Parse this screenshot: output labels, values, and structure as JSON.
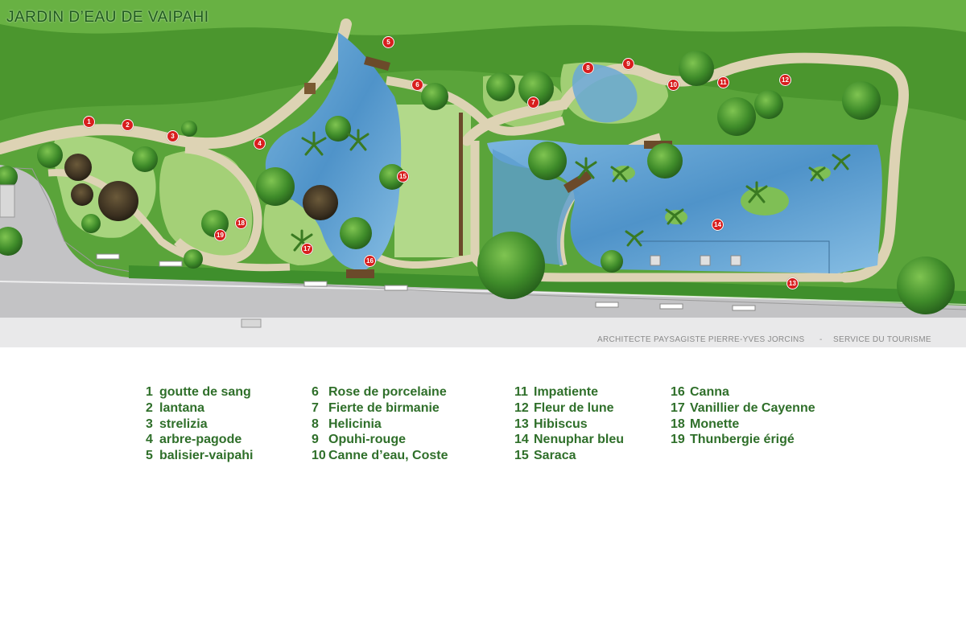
{
  "map": {
    "title": "JARDIN D’EAU DE VAIPAHI",
    "credit_architect": "ARCHITECTE PAYSAGISTE PIERRE-YVES JORCINS",
    "credit_separator": "-",
    "credit_service": "SERVICE DU TOURISME",
    "colors": {
      "marker": "#d81e1e",
      "legend_text": "#2f6f2a",
      "water": "#5f9fd0",
      "lawn": "#a6d27a",
      "path": "#ddd3b4",
      "road": "#b9b9bb"
    },
    "markers": [
      {
        "id": "m1",
        "label": "1"
      },
      {
        "id": "m2",
        "label": "2"
      },
      {
        "id": "m3",
        "label": "3"
      },
      {
        "id": "m4",
        "label": "4"
      },
      {
        "id": "m5",
        "label": "5"
      },
      {
        "id": "m6",
        "label": "6"
      },
      {
        "id": "m7",
        "label": "7"
      },
      {
        "id": "m8",
        "label": "8"
      },
      {
        "id": "m9",
        "label": "9"
      },
      {
        "id": "m10",
        "label": "10"
      },
      {
        "id": "m11",
        "label": "11"
      },
      {
        "id": "m12",
        "label": "12"
      },
      {
        "id": "m13",
        "label": "13"
      },
      {
        "id": "m14",
        "label": "14"
      },
      {
        "id": "m15",
        "label": "15"
      },
      {
        "id": "m16",
        "label": "16"
      },
      {
        "id": "m17",
        "label": "17"
      },
      {
        "id": "m18",
        "label": "18"
      },
      {
        "id": "m19",
        "label": "19"
      }
    ]
  },
  "legend": {
    "columns": [
      [
        {
          "num": "1",
          "name": "goutte de sang"
        },
        {
          "num": "2",
          "name": "lantana"
        },
        {
          "num": "3",
          "name": "strelizia"
        },
        {
          "num": "4",
          "name": "arbre-pagode"
        },
        {
          "num": "5",
          "name": "balisier-vaipahi"
        }
      ],
      [
        {
          "num": "6",
          "name": "Rose de porcelaine"
        },
        {
          "num": "7",
          "name": "Fierte de birmanie"
        },
        {
          "num": "8",
          "name": "Helicinia"
        },
        {
          "num": "9",
          "name": "Opuhi-rouge"
        },
        {
          "num": "10",
          "name": "Canne d’eau, Coste"
        }
      ],
      [
        {
          "num": "11",
          "name": "Impatiente"
        },
        {
          "num": "12",
          "name": "Fleur de lune"
        },
        {
          "num": "13",
          "name": "Hibiscus"
        },
        {
          "num": "14",
          "name": "Nenuphar bleu"
        },
        {
          "num": "15",
          "name": "Saraca"
        }
      ],
      [
        {
          "num": "16",
          "name": "Canna"
        },
        {
          "num": "17",
          "name": "Vanillier de Cayenne"
        },
        {
          "num": "18",
          "name": "Monette"
        },
        {
          "num": "19",
          "name": "Thunbergie érigé"
        }
      ]
    ]
  }
}
